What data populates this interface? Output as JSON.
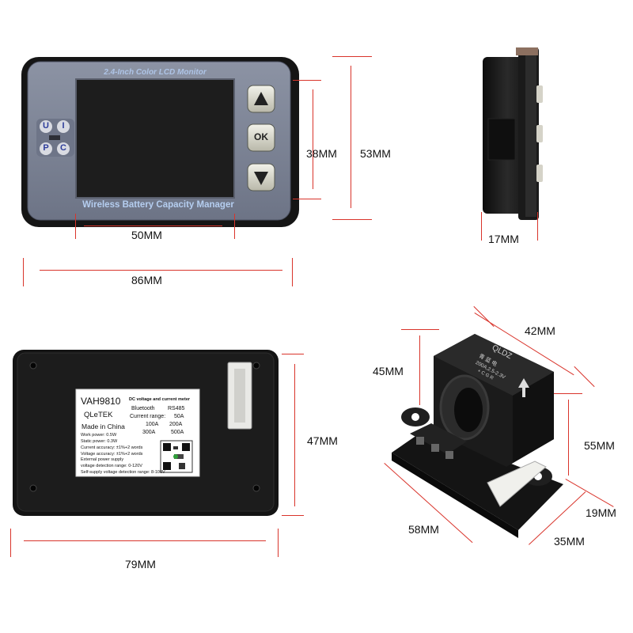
{
  "front": {
    "title": "2.4-Inch Color LCD Monitor",
    "footer": "Wireless Battery Capacity Manager",
    "icons": [
      "U",
      "I",
      "P",
      "C"
    ],
    "buttons": {
      "up": "up-arrow-icon",
      "ok": "OK",
      "down": "down-arrow-icon"
    }
  },
  "dimensions": {
    "screen_width": "50MM",
    "body_width": "86MM",
    "screen_height": "38MM",
    "body_height": "53MM",
    "depth": "17MM",
    "back_width": "79MM",
    "back_height": "47MM",
    "sensor_width": "42MM",
    "sensor_height": "45MM",
    "sensor_body_height": "55MM",
    "board_length": "58MM",
    "board_width": "35MM",
    "terminal_depth": "19MM"
  },
  "label": {
    "model": "VAH9810",
    "subtitle": "DC voltage and current meter",
    "brand": "QLeTEK",
    "origin": "Made in China",
    "bluetooth": "Bluetooth",
    "rs485": "RS485",
    "range_title": "Current range:",
    "ranges": [
      "50A",
      "100A",
      "200A",
      "300A",
      "500A"
    ],
    "specs": [
      "Work power: 0.5W",
      "Static power: 0.3W",
      "Current accuracy: ±1%+2 words",
      "Voltage accuracy: ±1%+2 words",
      "External power supply",
      "voltage detection range: 0-120V",
      "Self-supply voltage detection range: 8-100V"
    ]
  },
  "sensor": {
    "brand": "QLDZ",
    "text_a": "青 蓝 电",
    "text_b": "200A,2.5-2.3V",
    "text_c": "+ C G R"
  },
  "colors": {
    "dimension_line": "#d9342b",
    "panel": "#7c8496",
    "screen": "#1d1d1d"
  }
}
